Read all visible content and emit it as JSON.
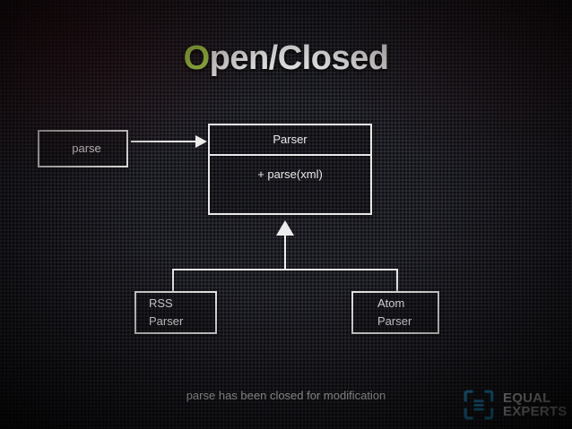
{
  "slide": {
    "title_accent": "O",
    "title_rest": "pen/Closed",
    "footer_note": "parse has been closed for modification"
  },
  "diagram": {
    "client_box": {
      "label": "parse"
    },
    "parser_class": {
      "name": "Parser",
      "operations": "+ parse(xml)"
    },
    "subclasses": [
      {
        "label": "RSS\nParser"
      },
      {
        "label": "Atom\nParser"
      }
    ],
    "connectors": {
      "call_arrow": "parse-to-parser-dependency",
      "inheritance_arrow": "subclasses-to-parser-generalization"
    }
  },
  "logo": {
    "line1": "EQUAL",
    "line2": "EXPERTS",
    "mark": "equal-experts-bracket-icon"
  },
  "colors": {
    "accent_green": "#b3e04f",
    "logo_blue": "#2ba5de",
    "stroke_white": "#ececec",
    "background_dark": "#22222a"
  }
}
